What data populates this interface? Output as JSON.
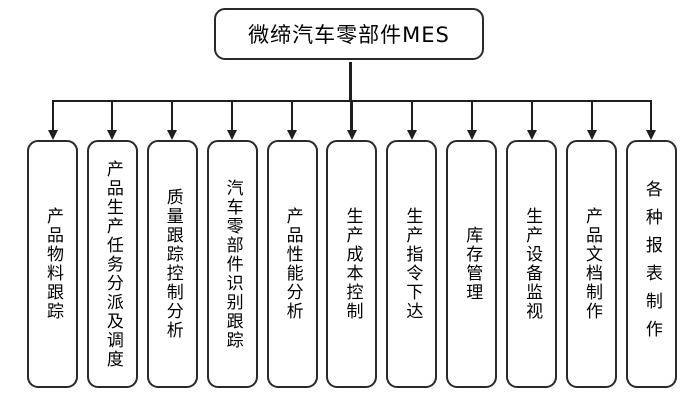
{
  "diagram": {
    "title": "微缔汽车零部件MES",
    "root": {
      "label": "微缔汽车零部件MES"
    },
    "children": [
      {
        "label": "产品物料跟踪"
      },
      {
        "label": "产品生产任务分派及调度"
      },
      {
        "label": "质量跟踪控制分析"
      },
      {
        "label": "汽车零部件识别跟踪"
      },
      {
        "label": "产品性能分析"
      },
      {
        "label": "生产成本控制"
      },
      {
        "label": "生产指令下达"
      },
      {
        "label": "库存管理"
      },
      {
        "label": "生产设备监视"
      },
      {
        "label": "产品文档制作"
      },
      {
        "label": "各种报表制作"
      }
    ],
    "colors": {
      "line": "#1f1f1f",
      "border": "#2a2a2a",
      "text": "#000000",
      "background": "#ffffff"
    }
  }
}
